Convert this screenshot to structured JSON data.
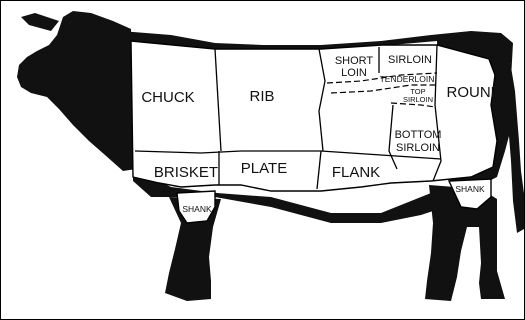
{
  "diagram": {
    "colors": {
      "silhouette": "#111111",
      "cut_fill": "#ffffff",
      "outline": "#000000"
    },
    "cuts": {
      "chuck": "CHUCK",
      "rib": "RIB",
      "short_loin_line1": "SHORT",
      "short_loin_line2": "LOIN",
      "sirloin": "SIRLOIN",
      "tenderloin": "TENDERLOIN",
      "top_sirloin_line1": "TOP",
      "top_sirloin_line2": "SIRLOIN",
      "round": "ROUND",
      "bottom_sirloin_line1": "BOTTOM",
      "bottom_sirloin_line2": "SIRLOIN",
      "brisket": "BRISKET",
      "plate": "PLATE",
      "flank": "FLANK",
      "front_shank": "SHANK",
      "rear_shank": "SHANK"
    }
  }
}
